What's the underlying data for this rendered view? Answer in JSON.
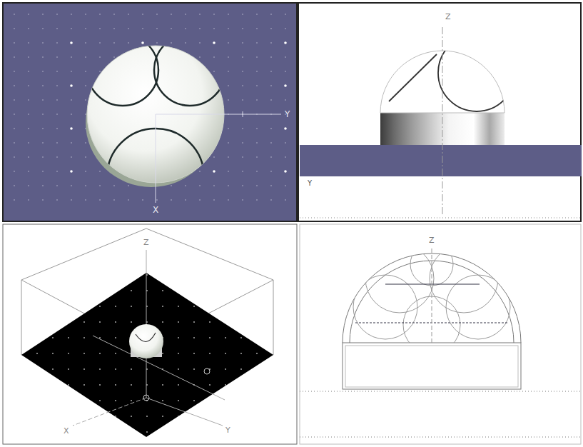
{
  "diagram": {
    "labels": [
      "Y",
      "X",
      "Z",
      "Y",
      "Z",
      "X",
      "Y",
      "Z"
    ]
  }
}
